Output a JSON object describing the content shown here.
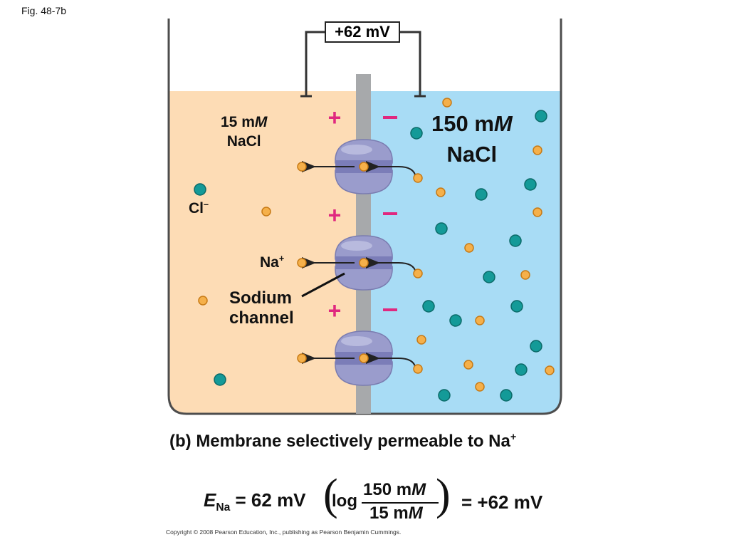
{
  "figure_label": "Fig. 48-7b",
  "voltmeter": {
    "reading": "+62 mV"
  },
  "left_compartment": {
    "concentration": "15 mM",
    "salt": "NaCl",
    "color": "#fddcb5"
  },
  "right_compartment": {
    "concentration": "150 mM",
    "salt": "NaCl",
    "color": "#a8dcf5"
  },
  "charges": {
    "left_side": "+",
    "right_side": "−",
    "count_per_side": 3
  },
  "labels": {
    "chloride": "Cl−",
    "sodium": "Na+",
    "channel_line1": "Sodium",
    "channel_line2": "channel"
  },
  "caption": {
    "text": "(b) Membrane selectively permeable to Na+"
  },
  "equation": {
    "lhs_symbol": "E",
    "lhs_subscript": "Na",
    "lhs_rest": "= 62 mV",
    "log": "log",
    "numerator": "150 mM",
    "denominator": "15 mM",
    "rhs": "= +62 mV"
  },
  "copyright": "Copyright © 2008 Pearson Education, Inc., publishing as Pearson Benjamin Cummings.",
  "colors": {
    "na_ion": "#f5b04a",
    "cl_ion": "#149a98",
    "membrane": "#a7a9ab",
    "channel": "#9a9ccc",
    "plus": "#e0287f",
    "minus": "#e0287f"
  }
}
